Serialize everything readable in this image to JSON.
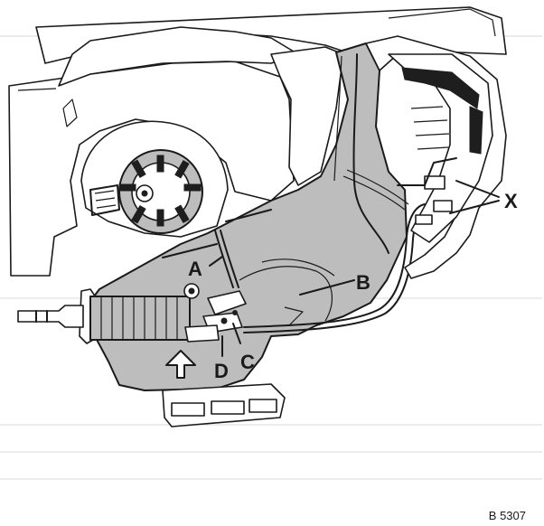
{
  "callouts": {
    "a": "A",
    "b": "B",
    "c": "C",
    "d": "D",
    "x": "X"
  },
  "reference_code": "B 5307",
  "colors": {
    "ink": "#1a1a1a",
    "housing_fill": "#bdbdbd",
    "paper": "#ffffff"
  }
}
